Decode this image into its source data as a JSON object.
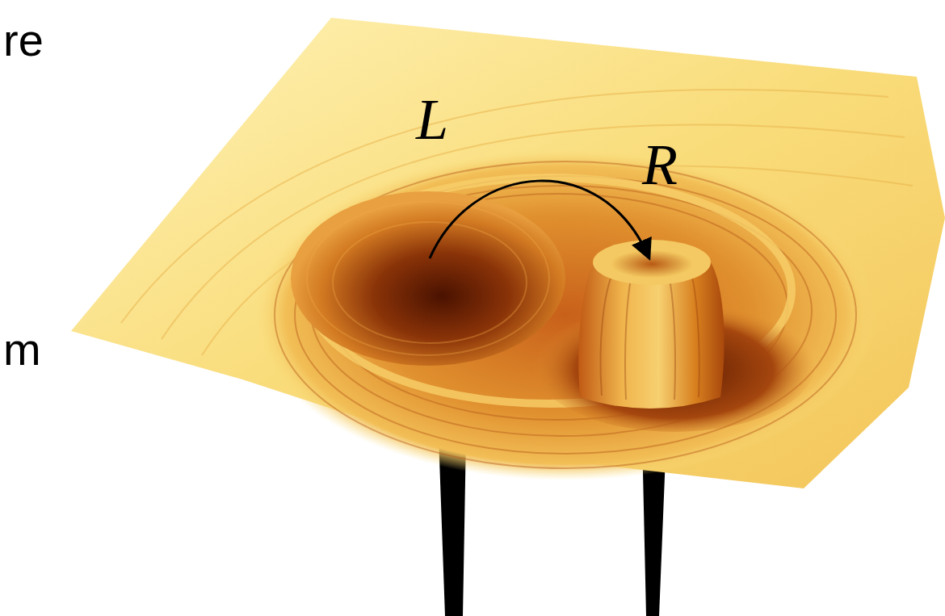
{
  "diagram": {
    "labels": [
      "re",
      "m",
      "L",
      "R"
    ]
  }
}
